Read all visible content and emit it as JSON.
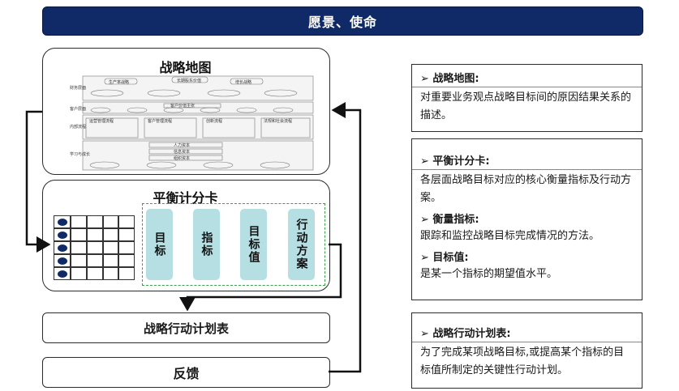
{
  "banner": "愿景、使命",
  "strategy_map": {
    "title": "战略地图",
    "rows": [
      {
        "label": "财务层面",
        "items": [
          "生产率战略",
          "长期股东价值",
          "增长战略"
        ]
      },
      {
        "label": "客户层面",
        "items": [
          "客户价值主张"
        ]
      },
      {
        "label": "内部流程",
        "items": [
          "运营管理流程",
          "客户管理流程",
          "创新流程",
          "法规和社会流程"
        ]
      },
      {
        "label": "学习与成长",
        "items": [
          "人力资本",
          "信息资本",
          "组织资本"
        ]
      }
    ]
  },
  "scorecard": {
    "title": "平衡计分卡",
    "columns": [
      "目标",
      "指标",
      "目标值",
      "行动方案"
    ]
  },
  "action_plan": "战略行动计划表",
  "feedback": "反馈",
  "definitions": {
    "map": {
      "head": "➢ 战略地图:",
      "text": "对重要业务观点战略目标间的原因结果关系的描述。"
    },
    "bsc": {
      "head": "➢ 平衡计分卡:",
      "text": "各层面战略目标对应的核心衡量指标及行动方案。"
    },
    "metric": {
      "head": "➢ 衡量指标:",
      "text": "跟踪和监控战略目标完成情况的方法。"
    },
    "target": {
      "head": "➢ 目标值:",
      "text": "是某一个指标的期望值水平。"
    },
    "plan": {
      "head": "➢ 战略行动计划表:",
      "text": "为了完成某项战略目标,或提高某个指标的目标值所制定的关键性行动计划。"
    }
  }
}
